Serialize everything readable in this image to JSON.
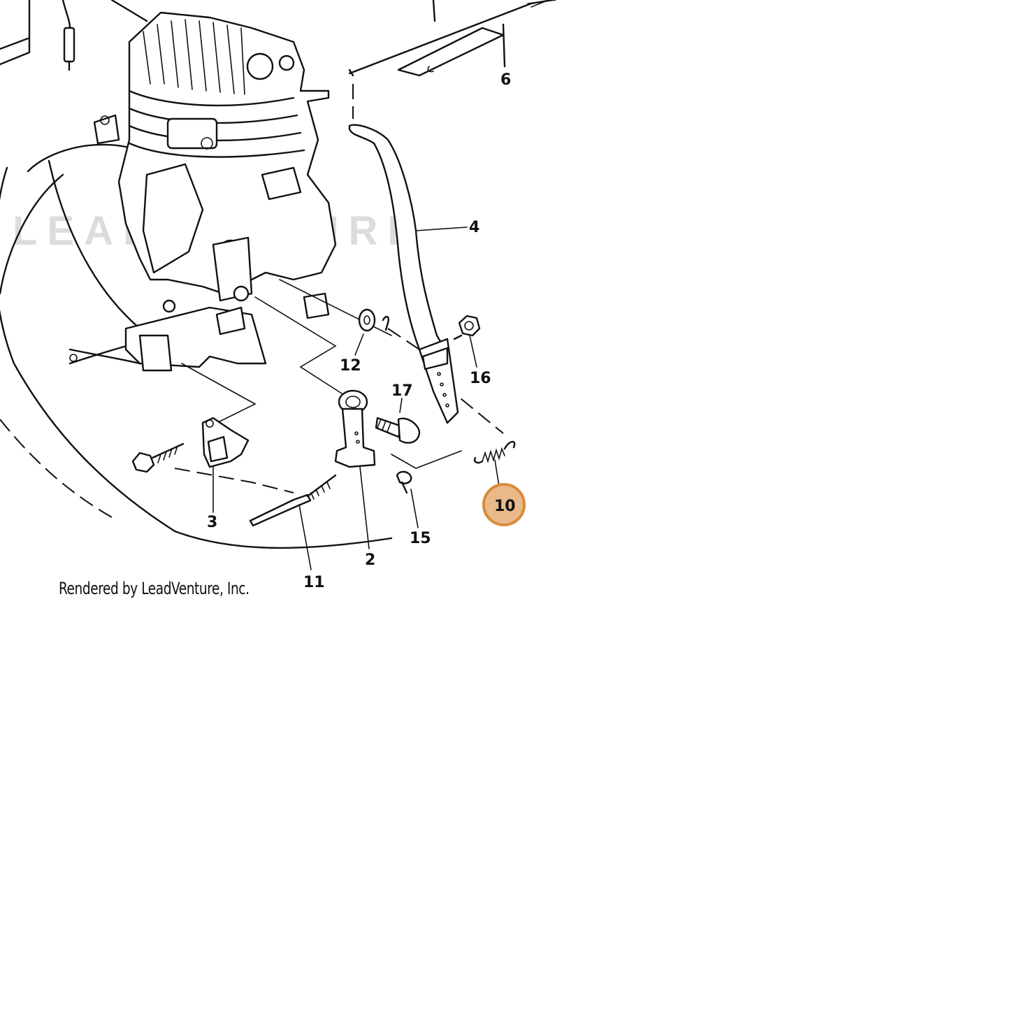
{
  "diagram": {
    "watermark": "LEADVENTURE",
    "credit": "Rendered by LeadVenture, Inc.",
    "highlight_color": "#e9b98a",
    "highlight_stroke": "#d98b3a",
    "callouts": {
      "c6": "6",
      "c4": "4",
      "c12": "12",
      "c16": "16",
      "c17": "17",
      "c10": "10",
      "c3": "3",
      "c15": "15",
      "c2": "2",
      "c11": "11"
    }
  }
}
